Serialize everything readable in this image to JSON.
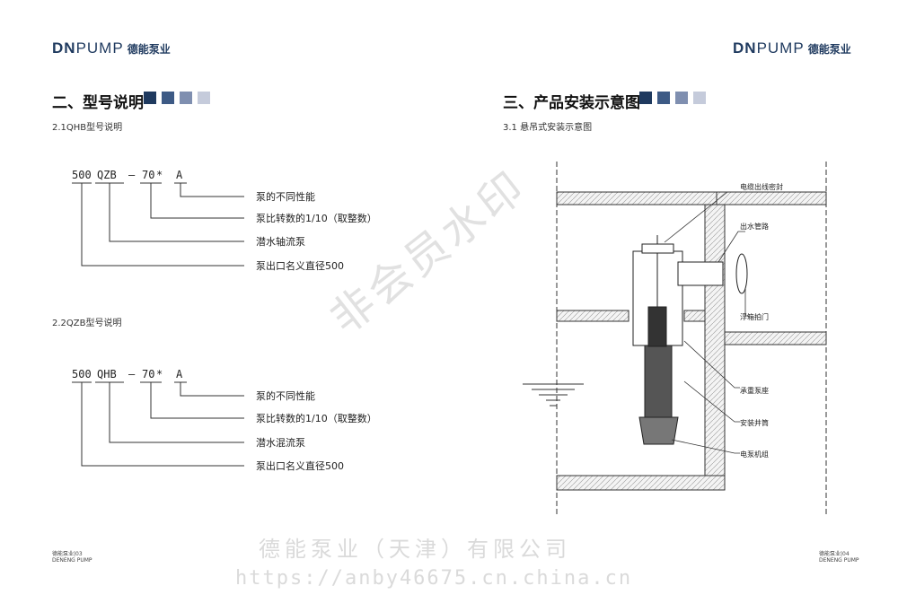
{
  "brand": {
    "dn": "DN",
    "pump": "PUMP",
    "cn": "德能泵业"
  },
  "left": {
    "section_title": "二、型号说明",
    "sub1": "2.1QHB型号说明",
    "sub2": "2.2QZB型号说明",
    "model1": {
      "code": [
        "500",
        "QZB",
        "–",
        "70",
        "*",
        "A"
      ],
      "labels": [
        "泵的不同性能",
        "泵比转数的1/10（取整数）",
        "潜水轴流泵",
        "泵出口名义直径500"
      ]
    },
    "model2": {
      "code": [
        "500",
        "QHB",
        "–",
        "70",
        "*",
        "A"
      ],
      "labels": [
        "泵的不同性能",
        "泵比转数的1/10（取整数）",
        "潜水混流泵",
        "泵出口名义直径500"
      ]
    },
    "footer_line1": "德能泵业|03",
    "footer_line2": "DENENG PUMP"
  },
  "right": {
    "section_title": "三、产品安装示意图",
    "sub1": "3.1 悬吊式安装示意图",
    "diagram_labels": [
      "电缆出线密封",
      "出水管路",
      "浮箱拍门",
      "承重泵座",
      "安装井筒",
      "电泵机组"
    ],
    "footer_line1": "德能泵业|04",
    "footer_line2": "DENENG PUMP"
  },
  "colors": {
    "sq1": "#1f3a5f",
    "sq2": "#3d5a85",
    "sq3": "#7f8fb0",
    "sq4": "#c5cbdb"
  },
  "watermark": {
    "company": "德能泵业（天津）有限公司",
    "url": "https://anby46675.cn.china.cn",
    "diagonal": "非会员水印"
  }
}
